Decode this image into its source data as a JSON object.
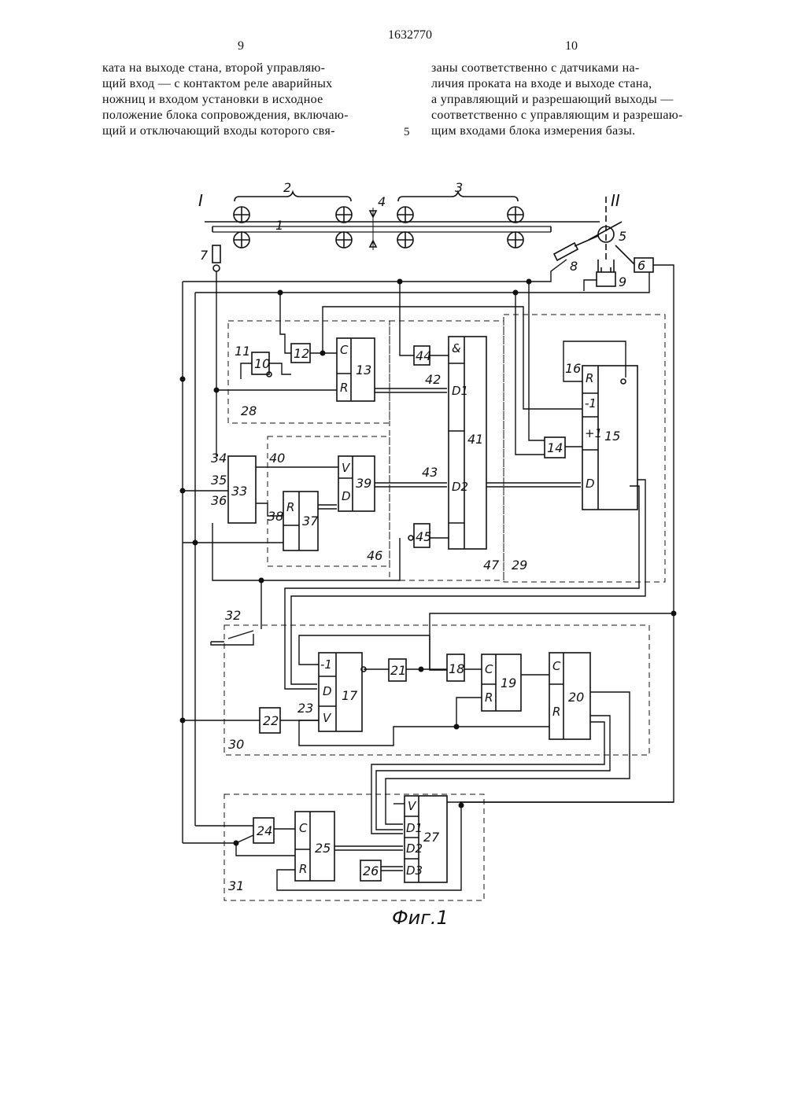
{
  "header": {
    "patent_number": "1632770",
    "page_left": "9",
    "page_right": "10",
    "line_marker": "5"
  },
  "text": {
    "left": [
      "ката на выходе стана, второй управляю-",
      "щий вход — с контактом реле аварийных",
      "ножниц и входом установки в исходное",
      "положение блока сопровождения, включаю-",
      "щий и отключающий входы которого свя-"
    ],
    "right": [
      "заны соответственно с датчиками на-",
      "личия проката на входе и выходе стана,",
      "а управляющий и разрешающий выходы —",
      "соответственно с управляющим и разрешаю-",
      "щим входами блока измерения базы."
    ]
  },
  "figure": {
    "caption": "Фиг.1",
    "section_labels": [
      "I",
      "II"
    ],
    "blocks": [
      "6",
      "9",
      "10",
      "12",
      "13",
      "14",
      "15",
      "17",
      "18",
      "19",
      "20",
      "21",
      "22",
      "24",
      "25",
      "26",
      "27",
      "33",
      "37",
      "39",
      "41",
      "44",
      "45"
    ],
    "pin_labels": [
      "C",
      "R",
      "V",
      "D",
      "D1",
      "D2",
      "D3",
      "&",
      "-1",
      "+1"
    ],
    "callouts": [
      "1",
      "2",
      "3",
      "4",
      "5",
      "7",
      "8",
      "11",
      "16",
      "23",
      "28",
      "29",
      "30",
      "31",
      "32",
      "34",
      "35",
      "36",
      "38",
      "40",
      "42",
      "43",
      "46",
      "47"
    ]
  }
}
